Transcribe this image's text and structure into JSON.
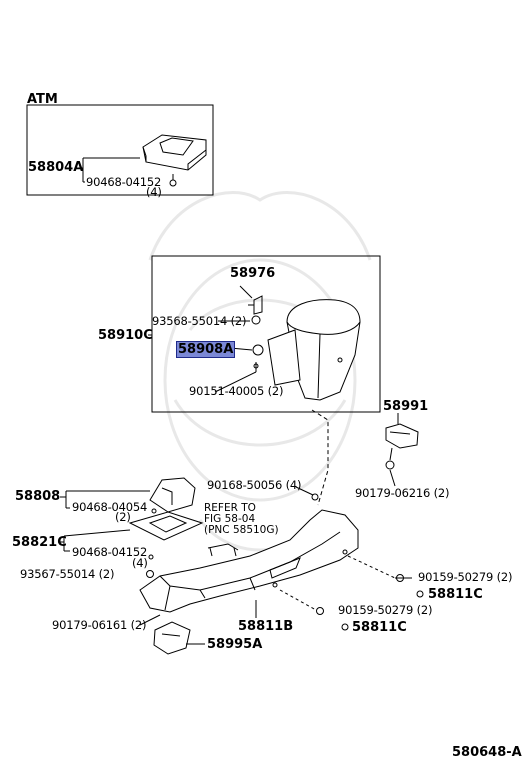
{
  "title": "ATM",
  "diagram_id": "580648-A",
  "labels": {
    "p58804A": "58804A",
    "p90468_04152_top": "90468-04152",
    "qty4_top": "(4)",
    "p58976": "58976",
    "p93568_55014": "93568-55014 (2)",
    "p58910C": "58910C",
    "p58908A": "58908A",
    "p90151_40005": "90151-40005 (2)",
    "p58991": "58991",
    "p90168_50056": "90168-50056 (4)",
    "p90179_06216": "90179-06216 (2)",
    "p58808": "58808",
    "p90468_04054": "90468-04054",
    "qty2": "(2)",
    "refer1": "REFER TO",
    "refer2": "FIG 58-04",
    "refer3": "(PNC 58510G)",
    "p58821C": "58821C",
    "p90468_04152": "90468-04152",
    "qty4": "(4)",
    "p93567_55014": "93567-55014 (2)",
    "p90159_50279_a": "90159-50279 (2)",
    "p58811C_a": "58811C",
    "p90159_50279_b": "90159-50279 (2)",
    "p58811C_b": "58811C",
    "p58811B": "58811B",
    "p90179_06161": "90179-06161 (2)",
    "p58995A": "58995A"
  },
  "highlight_color": "#7b88d6"
}
